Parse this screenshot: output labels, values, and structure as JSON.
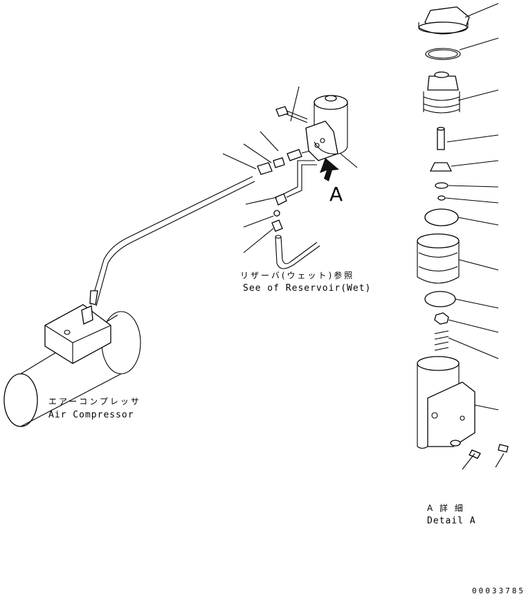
{
  "labels": {
    "reservoir_ref_jp": "リザーバ(ウェット)参照",
    "reservoir_ref_en": "See of Reservoir(Wet)",
    "compressor_jp": "エアーコンプレッサ",
    "compressor_en": "Air Compressor",
    "view_arrow_letter": "A",
    "detail_jp": "A 詳 細",
    "detail_en": "Detail A",
    "drawing_number": "00033785"
  }
}
